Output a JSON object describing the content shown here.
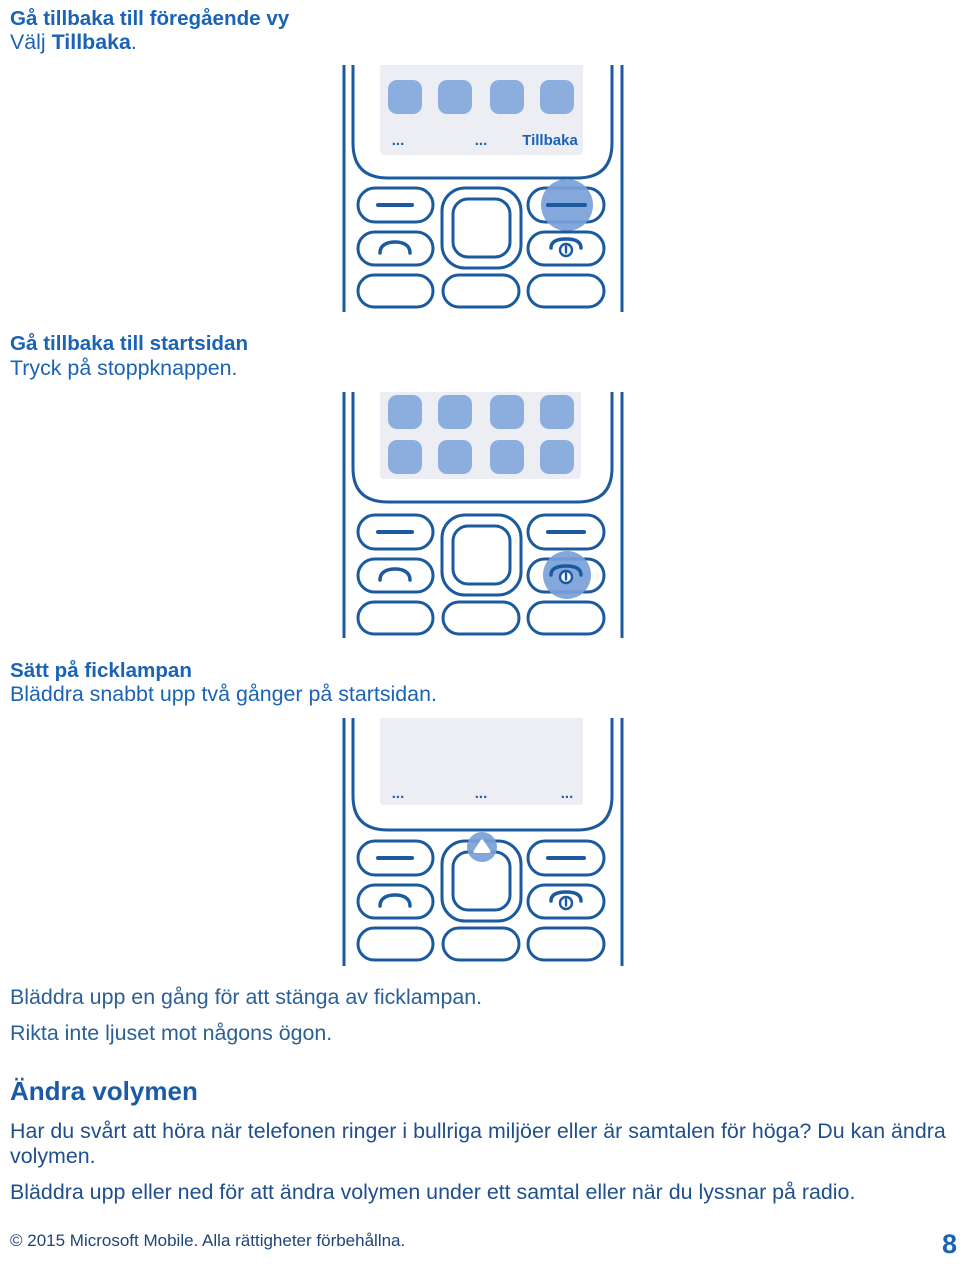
{
  "sections": [
    {
      "heading": "Gå tillbaka till föregående vy",
      "instruction": {
        "before": "Välj ",
        "bold": "Tillbaka",
        "after": "."
      }
    },
    {
      "heading": "Gå tillbaka till startsidan",
      "instruction": "Tryck på stoppknappen."
    },
    {
      "heading": "Sätt på ficklampan",
      "instruction": "Bläddra snabbt upp två gånger på startsidan.",
      "notes": [
        "Bläddra upp en gång för att stänga av ficklampan.",
        "Rikta inte ljuset mot någons ögon."
      ]
    },
    {
      "heading": "Ändra volymen",
      "paragraphs": [
        "Har du svårt att höra när telefonen ringer i bullriga miljöer eller är samtalen för höga? Du kan ändra volymen.",
        "Bläddra upp eller ned för att ändra volymen under ett samtal eller när du lyssnar på radio."
      ]
    }
  ],
  "figures": [
    {
      "softkey_labels": [
        "...",
        "...",
        "Tillbaka"
      ]
    },
    {},
    {
      "softkey_labels": [
        "...",
        "...",
        "..."
      ]
    }
  ],
  "footer": {
    "copyright": "© 2015 Microsoft Mobile. Alla rättigheter förbehållna.",
    "page_number": "8"
  },
  "icons": {
    "softkey": "dash-icon",
    "call_key": "call-icon",
    "end_key": "end-call-icon",
    "navigation": "up-arrow-icon",
    "apps": "app-icon"
  },
  "colors": {
    "primary": "#1a63b5",
    "note": "#2a5f98",
    "heading_large": "#1d5aa6",
    "paragraph": "#1f4f8c",
    "footer": "#1e4478",
    "line": "#1b5a9f",
    "screen": "#eceef3",
    "app_icon": "#8caede",
    "highlight": "#7a9fd9"
  }
}
